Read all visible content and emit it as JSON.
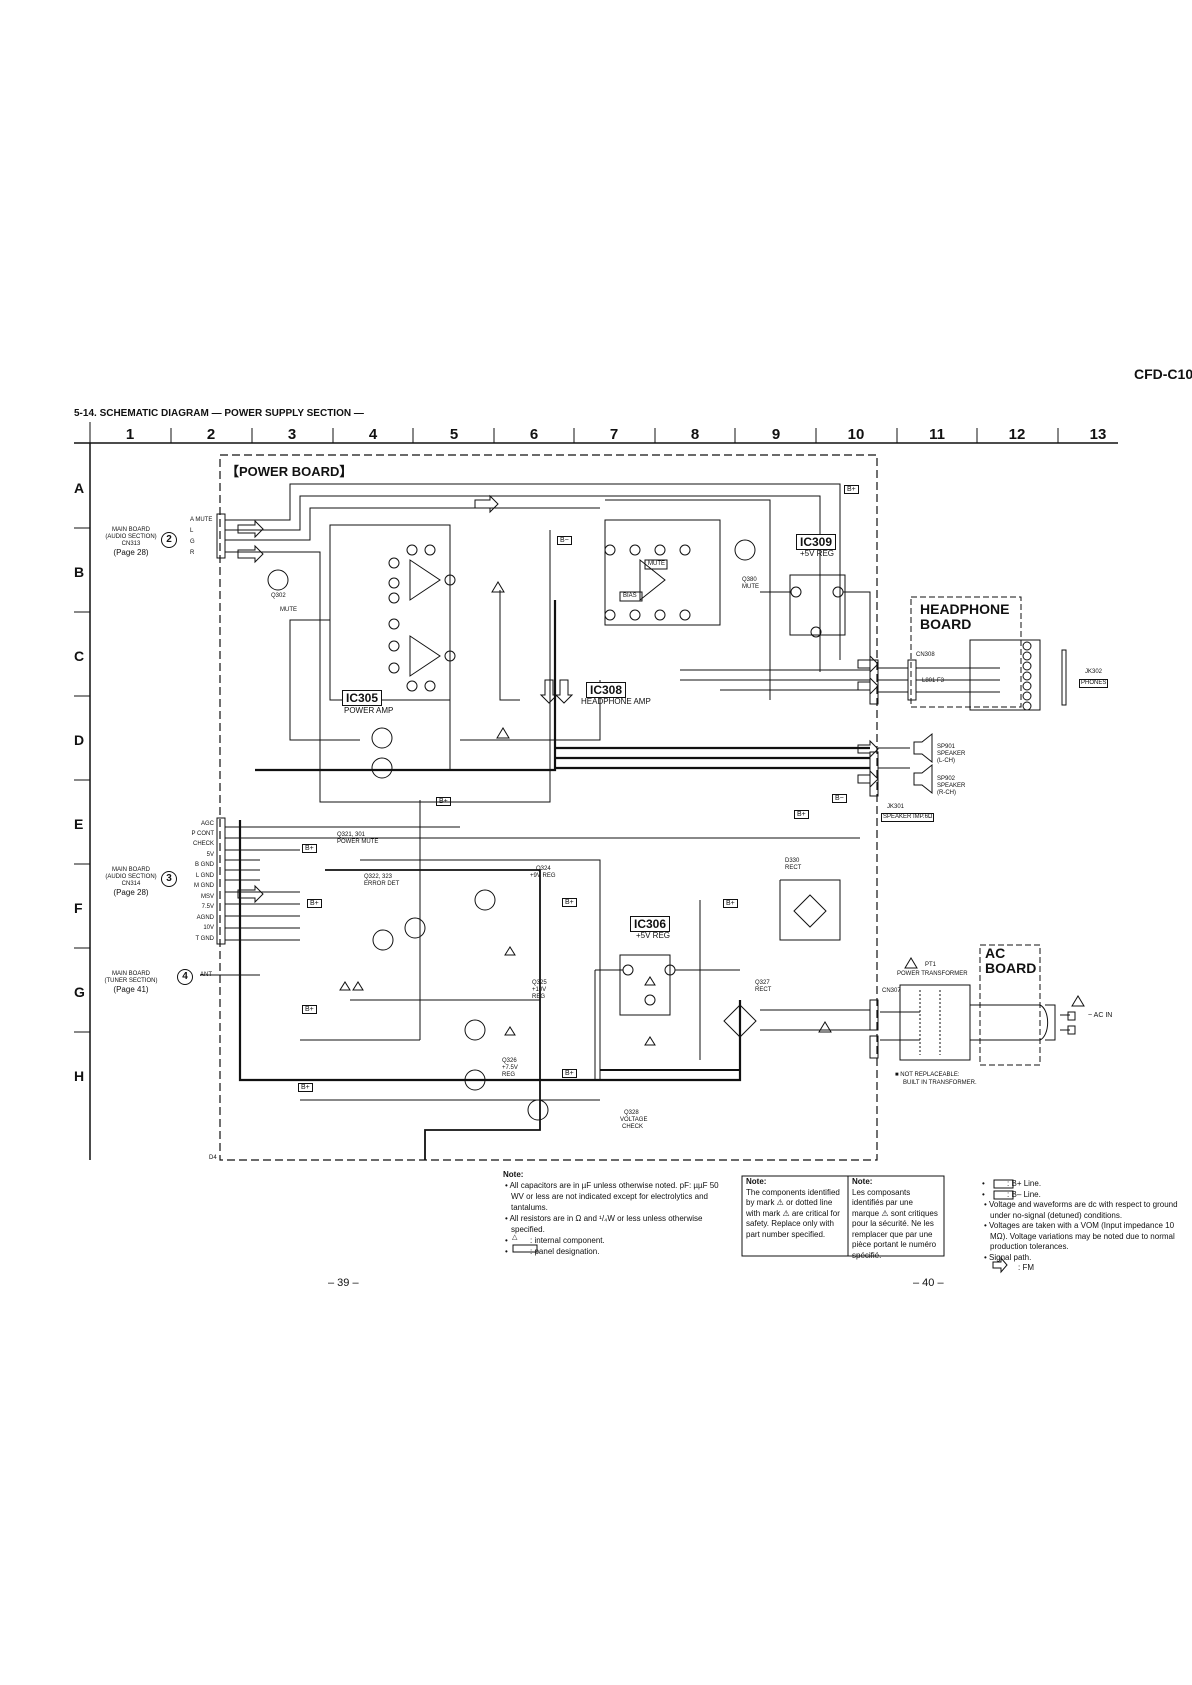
{
  "model": "CFD-C10",
  "section_title": "5-14. SCHEMATIC DIAGRAM — POWER SUPPLY SECTION —",
  "grid": {
    "columns": [
      "1",
      "2",
      "3",
      "4",
      "5",
      "6",
      "7",
      "8",
      "9",
      "10",
      "11",
      "12",
      "13"
    ],
    "rows": [
      "A",
      "B",
      "C",
      "D",
      "E",
      "F",
      "G",
      "H"
    ]
  },
  "boards": {
    "power": "【POWER BOARD】",
    "headphone_line1": "HEADPHONE",
    "headphone_line2": "BOARD",
    "ac_line1": "AC",
    "ac_line2": "BOARD"
  },
  "ics": {
    "ic305": "IC305",
    "ic305_desc": "POWER AMP",
    "ic308": "IC308",
    "ic308_desc": "HEADPHONE AMP",
    "ic309": "IC309",
    "ic309_desc": "+5V REG",
    "ic306": "IC306",
    "ic306_desc": "+5V REG"
  },
  "connectors": {
    "main_audio": {
      "line1": "MAIN BOARD",
      "line2": "(AUDIO SECTION)",
      "line3": "CN313",
      "page": "(Page 28)",
      "num": "2"
    },
    "main_audio2": {
      "line1": "MAIN BOARD",
      "line2": "(AUDIO SECTION)",
      "line3": "CN314",
      "page": "(Page 28)",
      "num": "3"
    },
    "main_tuner": {
      "line1": "MAIN BOARD",
      "line2": "(TUNER SECTION)",
      "page": "(Page 41)",
      "num": "4"
    },
    "cn313_pins": [
      "A MUTE",
      "L",
      "G",
      "R"
    ],
    "cn314_pins": [
      "AGC",
      "P CONT",
      "CHECK",
      "5V",
      "B GND",
      "L GND",
      "M GND",
      "MSV",
      "7.5V",
      "AGND",
      "10V",
      "T GND"
    ],
    "ant": "ANT"
  },
  "labels": {
    "jk302": "JK302",
    "phones": "PHONES",
    "sp901": "SP901",
    "sp901_desc1": "SPEAKER",
    "sp901_desc2": "(L-CH)",
    "sp902": "SP902",
    "sp902_desc1": "SPEAKER",
    "sp902_desc2": "(R-CH)",
    "jk301": "JK301",
    "speaker_imp": "SPEAKER IMP.6Ω",
    "pt1": "PT1",
    "power_transformer": "POWER TRANSFORMER",
    "ac_in": "~ AC IN",
    "not_replaceable1": "■ NOT REPLACEABLE:",
    "not_replaceable2": "BUILT IN TRANSFORMER.",
    "q321": "Q321, 301",
    "power_mute": "POWER MUTE",
    "q322": "Q322, 323",
    "error_det": "ERROR DET",
    "q324": "Q324",
    "q324_desc": "+9V REG",
    "q325": "Q325",
    "q325_desc1": "+10V",
    "q325_desc2": "REG",
    "q326": "Q326",
    "q326_desc1": "+7.5V",
    "q326_desc2": "REG",
    "q327": "Q327",
    "q327_desc": "RECT",
    "q328": "Q328",
    "q328_desc1": "VOLTAGE",
    "q328_desc2": "CHECK",
    "d330": "D330",
    "d330_desc": "RECT",
    "q302": "Q302",
    "q302_desc": "MUTE",
    "q380": "Q380",
    "q380_desc": "MUTE",
    "mute_box": "MUTE",
    "bias_box": "BIAS",
    "b_plus": "B+",
    "b_minus": "B−",
    "d4": "D4",
    "cn308": "CN308",
    "cn307": "CN307",
    "l801": "L801 F3"
  },
  "note_main": {
    "heading": "Note:",
    "items": [
      "All capacitors are in µF unless otherwise noted.  pF: µµF 50 WV or less are not indicated except for electrolytics and tantalums.",
      "All resistors are in Ω and ¹/₄W or less unless otherwise specified.",
      ": internal component.",
      ": panel designation."
    ]
  },
  "note_en": {
    "heading": "Note:",
    "text": "The components identified by mark ⚠ or dotted line with mark ⚠ are critical for safety. Replace only with part number specified."
  },
  "note_fr": {
    "heading": "Note:",
    "text": "Les composants identifiés par une marque ⚠ sont critiques pour la sécurité. Ne les remplacer que par une pièce portant le numéro spécifié."
  },
  "note_right": {
    "items": [
      ": B+ Line.",
      ": B– Line.",
      "Voltage and waveforms are dc with respect to ground under no-signal (detuned) conditions.",
      "Voltages are taken with a VOM (Input impedance 10 MΩ). Voltage variations may be noted due to normal production tolerances.",
      "Signal path.",
      ": FM"
    ]
  },
  "pages": {
    "left": "– 39 –",
    "right": "– 40 –"
  }
}
